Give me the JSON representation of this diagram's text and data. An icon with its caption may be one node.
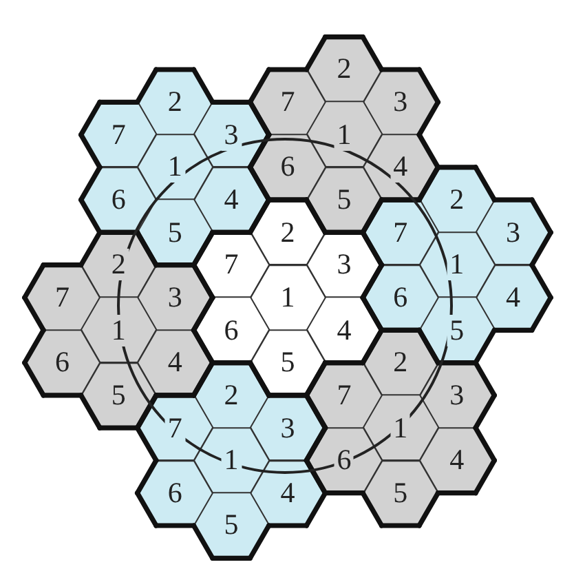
{
  "diagram": {
    "nodes": [
      {
        "text": [
          "2"
        ]
      },
      {
        "text": [
          "7"
        ]
      },
      {
        "text": [
          "3"
        ]
      },
      {
        "text": [
          "1"
        ]
      },
      {
        "text": [
          "6"
        ]
      },
      {
        "text": [
          "4"
        ]
      },
      {
        "text": [
          "5"
        ]
      },
      {
        "text": [
          "2"
        ]
      },
      {
        "text": [
          "7"
        ]
      },
      {
        "text": [
          "3"
        ]
      },
      {
        "text": [
          "1"
        ]
      },
      {
        "text": [
          "6"
        ]
      },
      {
        "text": [
          "4"
        ]
      },
      {
        "text": [
          "5"
        ]
      },
      {
        "text": [
          "2"
        ]
      },
      {
        "text": [
          "7"
        ]
      },
      {
        "text": [
          "3"
        ]
      },
      {
        "text": [
          "1"
        ]
      },
      {
        "text": [
          "6"
        ]
      },
      {
        "text": [
          "4"
        ]
      },
      {
        "text": [
          "5"
        ]
      },
      {
        "text": [
          "2"
        ]
      },
      {
        "text": [
          "7"
        ]
      },
      {
        "text": [
          "3"
        ]
      },
      {
        "text": [
          "1"
        ]
      },
      {
        "text": [
          "6"
        ]
      },
      {
        "text": [
          "4"
        ]
      },
      {
        "text": [
          "5"
        ]
      },
      {
        "text": [
          "2"
        ]
      },
      {
        "text": [
          "7"
        ]
      },
      {
        "text": [
          "3"
        ]
      },
      {
        "text": [
          "1"
        ]
      },
      {
        "text": [
          "6"
        ]
      },
      {
        "text": [
          "4"
        ]
      },
      {
        "text": [
          "5"
        ]
      },
      {
        "text": [
          "2"
        ]
      },
      {
        "text": [
          "7"
        ]
      },
      {
        "text": [
          "3"
        ]
      },
      {
        "text": [
          "1"
        ]
      },
      {
        "text": [
          "6"
        ]
      },
      {
        "text": [
          "4"
        ]
      },
      {
        "text": [
          "5"
        ]
      },
      {
        "text": [
          "2"
        ]
      },
      {
        "text": [
          "7"
        ]
      },
      {
        "text": [
          "3"
        ]
      },
      {
        "text": [
          "1"
        ]
      },
      {
        "text": [
          "6"
        ]
      },
      {
        "text": [
          "4"
        ]
      },
      {
        "text": [
          "5"
        ]
      }
    ]
  }
}
